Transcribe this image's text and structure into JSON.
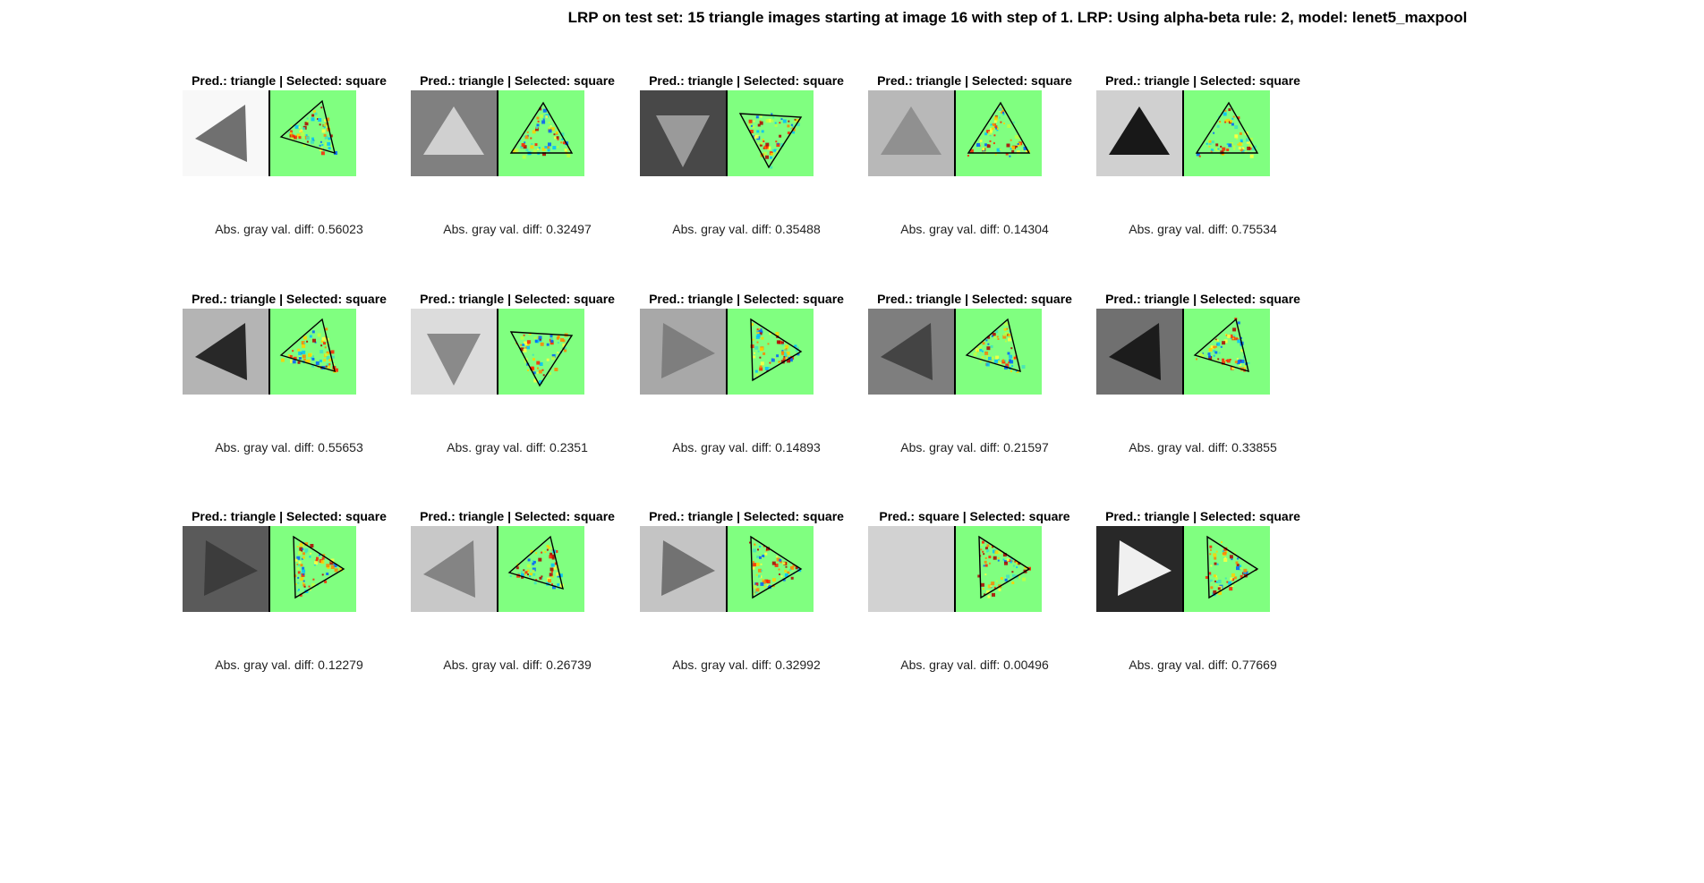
{
  "title": "LRP on test set: 15 triangle images starting at image 16 with step of 1. LRP: Using alpha-beta rule: 2, model: lenet5_maxpool",
  "colors": {
    "heatmap_background": "#80ff80",
    "divider": "#000000",
    "outline": "#000000"
  },
  "panels": [
    {
      "title": "Pred.: triangle | Selected: square",
      "caption": "Abs. gray val. diff: 0.56023",
      "bg": "#f8f8f8",
      "fg": "#707070",
      "direction": "left"
    },
    {
      "title": "Pred.: triangle | Selected: square",
      "caption": "Abs. gray val. diff: 0.32497",
      "bg": "#808080",
      "fg": "#d0d0d0",
      "direction": "up"
    },
    {
      "title": "Pred.: triangle | Selected: square",
      "caption": "Abs. gray val. diff: 0.35488",
      "bg": "#484848",
      "fg": "#9a9a9a",
      "direction": "down"
    },
    {
      "title": "Pred.: triangle | Selected: square",
      "caption": "Abs. gray val. diff: 0.14304",
      "bg": "#b8b8b8",
      "fg": "#909090",
      "direction": "up"
    },
    {
      "title": "Pred.: triangle | Selected: square",
      "caption": "Abs. gray val. diff: 0.75534",
      "bg": "#d0d0d0",
      "fg": "#181818",
      "direction": "up"
    },
    {
      "title": "Pred.: triangle | Selected: square",
      "caption": "Abs. gray val. diff: 0.55653",
      "bg": "#b4b4b4",
      "fg": "#282828",
      "direction": "left"
    },
    {
      "title": "Pred.: triangle | Selected: square",
      "caption": "Abs. gray val. diff: 0.2351",
      "bg": "#dcdcdc",
      "fg": "#8a8a8a",
      "direction": "down"
    },
    {
      "title": "Pred.: triangle | Selected: square",
      "caption": "Abs. gray val. diff: 0.14893",
      "bg": "#a8a8a8",
      "fg": "#7e7e7e",
      "direction": "right"
    },
    {
      "title": "Pred.: triangle | Selected: square",
      "caption": "Abs. gray val. diff: 0.21597",
      "bg": "#7e7e7e",
      "fg": "#444444",
      "direction": "left"
    },
    {
      "title": "Pred.: triangle | Selected: square",
      "caption": "Abs. gray val. diff: 0.33855",
      "bg": "#707070",
      "fg": "#1c1c1c",
      "direction": "left"
    },
    {
      "title": "Pred.: triangle | Selected: square",
      "caption": "Abs. gray val. diff: 0.12279",
      "bg": "#5a5a5a",
      "fg": "#3c3c3c",
      "direction": "right"
    },
    {
      "title": "Pred.: triangle | Selected: square",
      "caption": "Abs. gray val. diff: 0.26739",
      "bg": "#c8c8c8",
      "fg": "#848484",
      "direction": "left"
    },
    {
      "title": "Pred.: triangle | Selected: square",
      "caption": "Abs. gray val. diff: 0.32992",
      "bg": "#c4c4c4",
      "fg": "#727272",
      "direction": "right"
    },
    {
      "title": "Pred.: square | Selected: square",
      "caption": "Abs. gray val. diff: 0.00496",
      "bg": "#d2d2d2",
      "fg": "#d2d2d2",
      "direction": "right"
    },
    {
      "title": "Pred.: triangle | Selected: square",
      "caption": "Abs. gray val. diff: 0.77669",
      "bg": "#282828",
      "fg": "#f0f0f0",
      "direction": "right"
    }
  ]
}
